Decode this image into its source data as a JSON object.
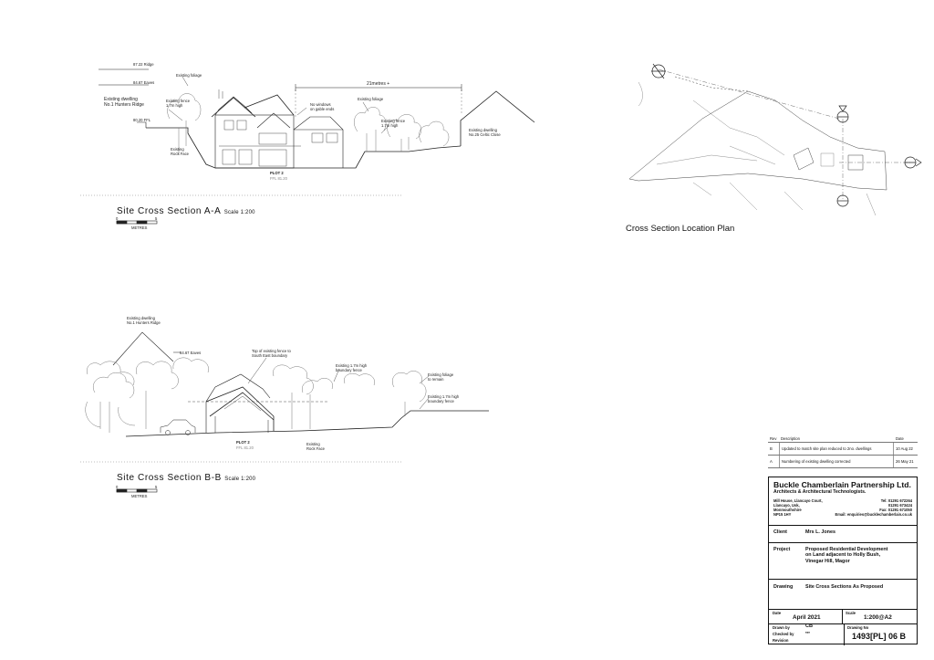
{
  "section_aa": {
    "caption": "Site Cross Section A-A",
    "scale": "Scale 1:200",
    "scalebar_left": "0",
    "scalebar_right": "5",
    "scalebar_unit": "METRES",
    "dimension": "21metres +",
    "notes": {
      "ridge": "87.22 Ridge",
      "eaves": "84.67 Eaves",
      "ffl": "80.20 FFL",
      "existing_dwelling_left": "Existing dwelling\nNo.1 Hunters Ridge",
      "existing_foliage_left": "Existing foliage",
      "existing_fence_left": "Existing fence\n1.7m high",
      "rock_face": "Existing\nRock Face",
      "no_windows": "No windows\non gable ends",
      "existing_foliage_mid": "Existing foliage",
      "existing_fence_right": "Existing fence\n1.7m high",
      "existing_dwelling_right": "Existing dwelling\nNo.25 Celtic Close",
      "plot": "PLOT 2",
      "plot_ffl": "FFL 81.20"
    }
  },
  "section_bb": {
    "caption": "Site Cross Section B-B",
    "scale": "Scale 1:200",
    "scalebar_left": "0",
    "scalebar_right": "5",
    "scalebar_unit": "METRES",
    "notes": {
      "existing_dwelling": "Existing dwelling\nNo.1 Hunters Ridge",
      "eaves": "84.67 Eaves",
      "top_fence": "Top of existing fence to\nSouth East boundary",
      "boundary_fence_1": "Existing 1.7m high\nboundary fence",
      "foliage_remain": "Existing foliage\nto remain",
      "boundary_fence_2": "Existing 1.7m high\nboundary fence",
      "plot": "PLOT 2",
      "plot_ffl": "FFL 81.20",
      "rock_face": "Existing\nRock Face"
    }
  },
  "location_plan": {
    "caption": "Cross Section Location Plan"
  },
  "revisions": {
    "headers": {
      "rev": "Rev",
      "description": "Description",
      "date": "Date"
    },
    "rows": [
      {
        "rev": "B",
        "description": "Updated to match site plan reduced to 2no. dwellings",
        "date": "10 Aug 22"
      },
      {
        "rev": "A",
        "description": "Numbering of existing dwelling corrected",
        "date": "26 May 21"
      }
    ]
  },
  "title_block": {
    "company": "Buckle Chamberlain Partnership Ltd.",
    "subtitle": "Architects & Architectural Technologists.",
    "address": [
      "Mill House, Llancayo Court,",
      "Llancayo, Usk,",
      "Monmouthshire",
      "NP15 1HY"
    ],
    "tel": "Tel: 01291 672264",
    "tel2": "01291 673424",
    "fax": "Fax: 01291 671050",
    "email": "Email: enquiries@bucklechamberlain.co.uk",
    "client_label": "Client",
    "client": "Mrs L. Jones",
    "project_label": "Project",
    "project": [
      "Proposed Residential Development",
      "on Land adjacent to Holly Bush,",
      "Vinegar Hill, Magor"
    ],
    "drawing_label": "Drawing",
    "drawing": "Site Cross Sections As Proposed",
    "date_label": "Date",
    "date": "April 2021",
    "scale_label": "Scale",
    "scale": "1:200@A2",
    "drawn_by_label": "Drawn by",
    "drawn_by": "CB",
    "checked_by_label": "Checked by",
    "checked_by": "***",
    "revision_label": "Revision",
    "drawing_no_label": "Drawing No",
    "drawing_no": "1493[PL] 06 B"
  },
  "colors": {
    "line": "#222222",
    "foliage": "#777777",
    "border": "#111111"
  }
}
